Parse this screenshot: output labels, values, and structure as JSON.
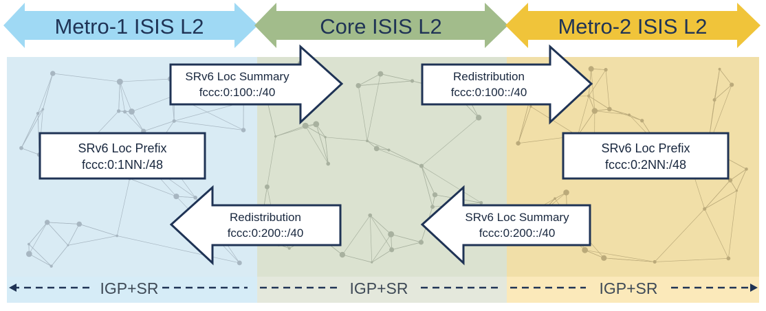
{
  "colors": {
    "metro1_band": "#9fd9f4",
    "core_band": "#a2bc8b",
    "metro2_band": "#f0c43a",
    "metro1_zone": "#d9ebf4",
    "core_zone": "#dbe2d0",
    "metro2_zone": "#f1dfa8",
    "arrow_border": "#1f3355",
    "text_dark": "#17263d",
    "footer_text": "#3f4a57"
  },
  "domains": {
    "metro1": {
      "label": "Metro-1 ISIS L2"
    },
    "core": {
      "label": "Core ISIS L2"
    },
    "metro2": {
      "label": "Metro-2 ISIS L2"
    }
  },
  "boxes": {
    "metro1_prefix": {
      "line1": "SRv6 Loc Prefix",
      "line2": "fccc:0:1NN:/48"
    },
    "metro2_prefix": {
      "line1": "SRv6 Loc Prefix",
      "line2": "fccc:0:2NN:/48"
    }
  },
  "arrows": {
    "summary_to_core": {
      "line1": "SRv6 Loc Summary",
      "line2": "fccc:0:100::/40",
      "direction": "right"
    },
    "redistribution_to_metro2": {
      "line1": "Redistribution",
      "line2": "fccc:0:100::/40",
      "direction": "right"
    },
    "summary_to_core_from_metro2": {
      "line1": "SRv6 Loc Summary",
      "line2": "fccc:0:200::/40",
      "direction": "left"
    },
    "redistribution_to_metro1": {
      "line1": "Redistribution",
      "line2": "fccc:0:200::/40",
      "direction": "left"
    }
  },
  "footer": {
    "metro1": "IGP+SR",
    "core": "IGP+SR",
    "metro2": "IGP+SR"
  },
  "icons": {
    "footer_arrow": "dashed-double-arrow",
    "background": "network-mesh"
  }
}
